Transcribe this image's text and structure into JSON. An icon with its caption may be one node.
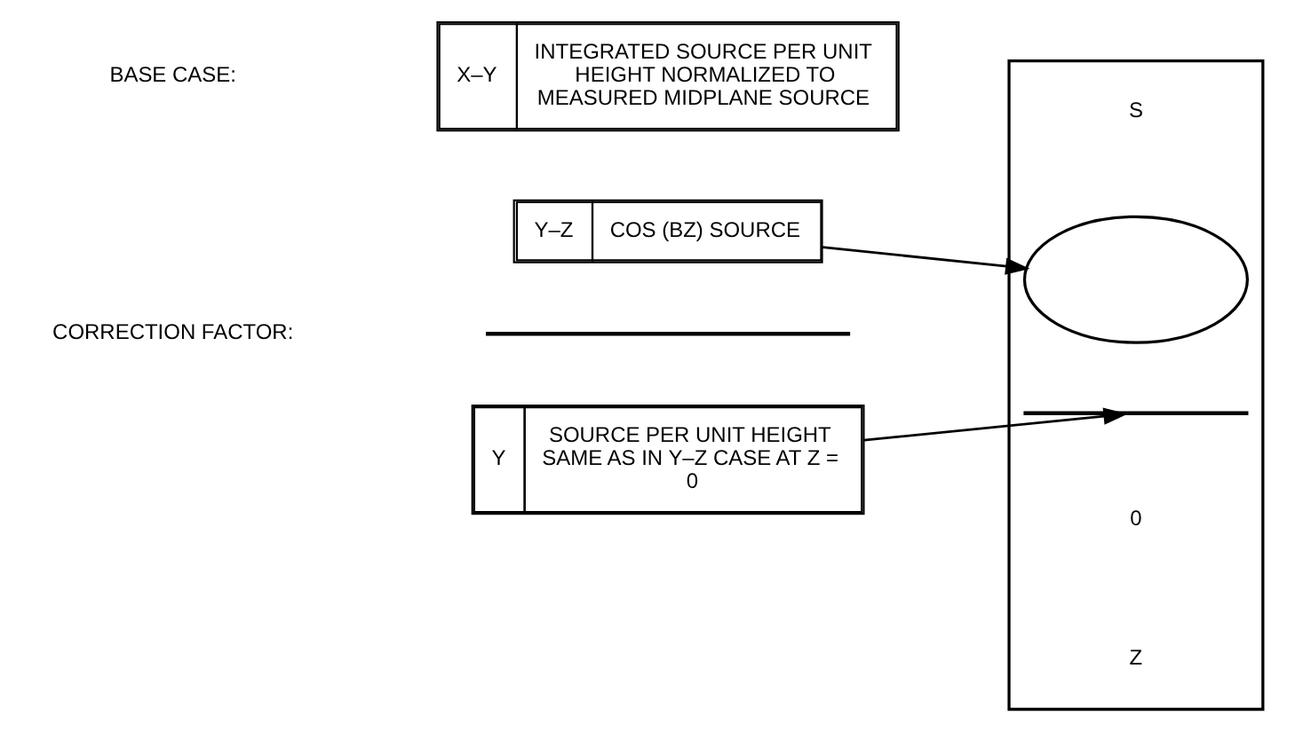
{
  "diagram": {
    "nodes": [
      {
        "text": [
          "X–Y",
          "INTEGRATED SOURCE PER UNIT HEIGHT NORMALIZED TO MEASURED MIDPLANE SOURCE"
        ]
      },
      {
        "text": [
          "Y–Z",
          "COS (BZ) SOURCE"
        ]
      },
      {
        "text": [
          "Y",
          "SOURCE PER UNIT HEIGHT SAME AS IN Y–Z CASE AT Z = 0"
        ]
      },
      {
        "text": [],
        "shape": "picture"
      },
      {
        "text": [],
        "shape": "curve",
        "in": 3
      },
      {
        "text": [],
        "shape": "line",
        "in": 3
      }
    ],
    "edges": [
      {
        "from": 1,
        "to": 4,
        "arrow": "to"
      },
      {
        "from": 2,
        "to": 5,
        "arrow": "to"
      }
    ],
    "labels": [
      "BASE CASE:",
      "CORRECTION FACTOR:",
      "S",
      "0",
      "Z"
    ]
  }
}
